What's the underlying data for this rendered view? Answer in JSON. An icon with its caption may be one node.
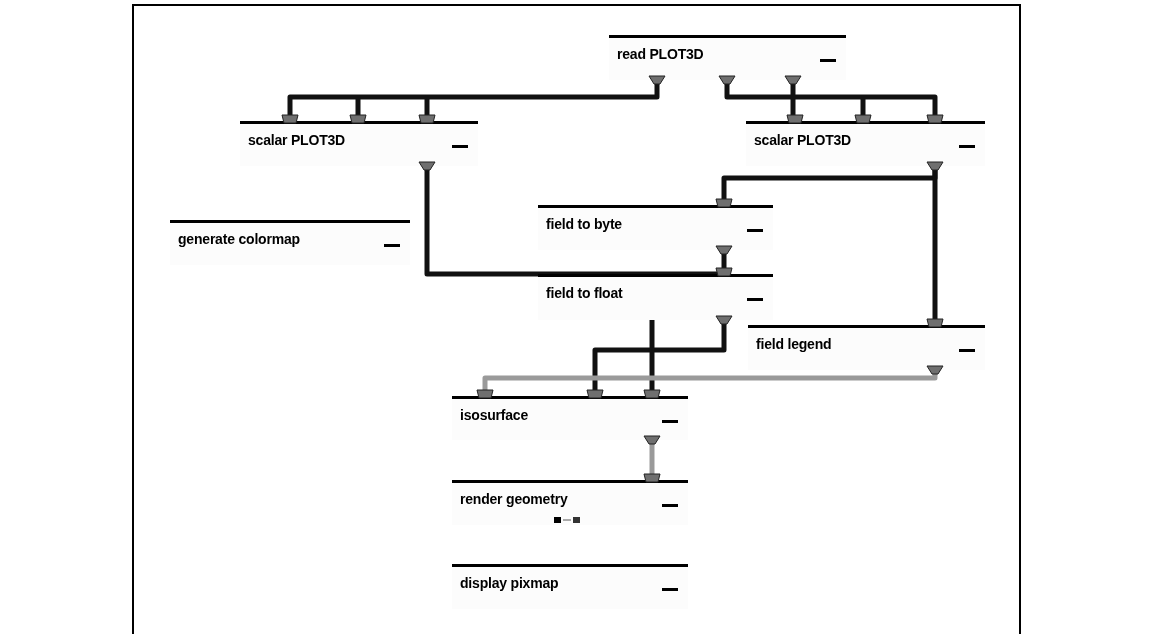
{
  "diagram": {
    "nodes": [
      {
        "text": [
          "read PLOT3D"
        ]
      },
      {
        "text": [
          "scalar PLOT3D"
        ]
      },
      {
        "text": [
          "scalar PLOT3D"
        ]
      },
      {
        "text": [
          "generate colormap"
        ]
      },
      {
        "text": [
          "field to byte"
        ]
      },
      {
        "text": [
          "field to float"
        ]
      },
      {
        "text": [
          "field legend"
        ]
      },
      {
        "text": [
          "isosurface"
        ]
      },
      {
        "text": [
          "render geometry"
        ]
      },
      {
        "text": [
          "display pixmap"
        ]
      }
    ],
    "edges": [
      {
        "from": 0,
        "to": 1,
        "arrow": "none"
      },
      {
        "from": 0,
        "to": 2,
        "arrow": "none"
      },
      {
        "from": 1,
        "to": 5,
        "arrow": "none"
      },
      {
        "from": 2,
        "to": 4,
        "arrow": "none"
      },
      {
        "from": 2,
        "to": 6,
        "arrow": "none"
      },
      {
        "from": 4,
        "to": 5,
        "arrow": "none"
      },
      {
        "from": 5,
        "to": 7,
        "arrow": "none"
      },
      {
        "from": 5,
        "to": 7,
        "arrow": "none"
      },
      {
        "from": 6,
        "to": 7,
        "arrow": "none",
        "color": "#9a9a9a"
      },
      {
        "from": 7,
        "to": 8,
        "arrow": "none",
        "color": "#9a9a9a"
      }
    ]
  }
}
